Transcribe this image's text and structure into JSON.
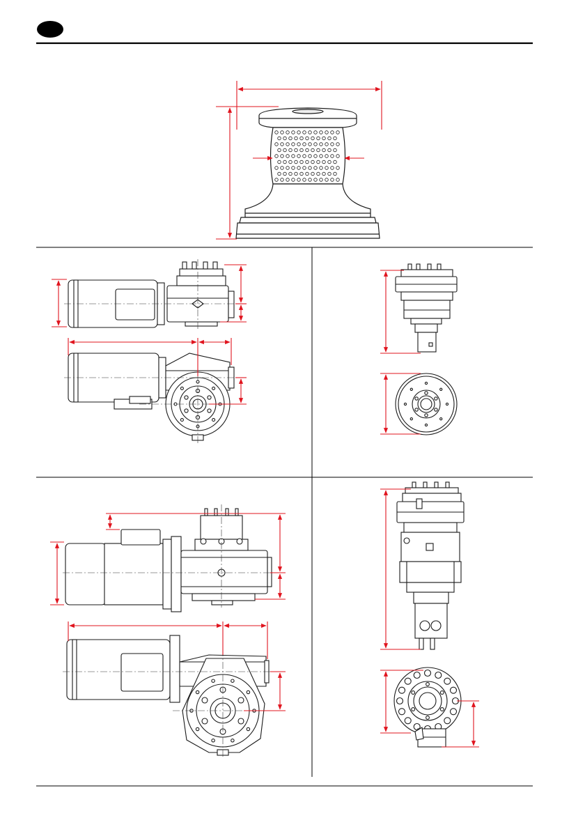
{
  "colors": {
    "line": "#1a1a1a",
    "dimension": "#e0141e",
    "center_line": "#333333",
    "fill": "#ffffff",
    "light_fill": "#f2f2f2",
    "badge": "#000000"
  },
  "header": {
    "badge_label": ""
  },
  "panels": {
    "capstan": "capstan-winch-side-view",
    "gearbox_small": "small-motor-gearbox-assembly",
    "gearbox_small_side": "small-gearbox-end-views",
    "gearbox_large": "large-motor-gearbox-assembly",
    "gearbox_large_side": "large-gearbox-end-views"
  }
}
